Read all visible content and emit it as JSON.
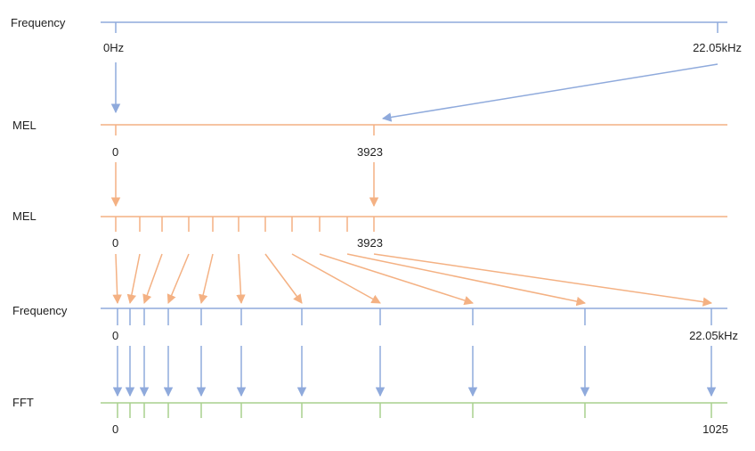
{
  "colors": {
    "frequency": "#8FAADC",
    "mel": "#F4B183",
    "fft": "#A9D18E",
    "text": "#222222"
  },
  "rows": [
    {
      "id": "freq-top",
      "label": "Frequency",
      "start_label": "0Hz",
      "end_label": "22.05kHz"
    },
    {
      "id": "mel-1",
      "label": "MEL",
      "start_label": "0",
      "end_label": "3923"
    },
    {
      "id": "mel-2",
      "label": "MEL",
      "start_label": "0",
      "end_label": "3923"
    },
    {
      "id": "freq-bottom",
      "label": "Frequency",
      "start_label": "0",
      "end_label": "22.05kHz"
    },
    {
      "id": "fft",
      "label": "FFT",
      "start_label": "0",
      "end_label": "1025"
    }
  ]
}
